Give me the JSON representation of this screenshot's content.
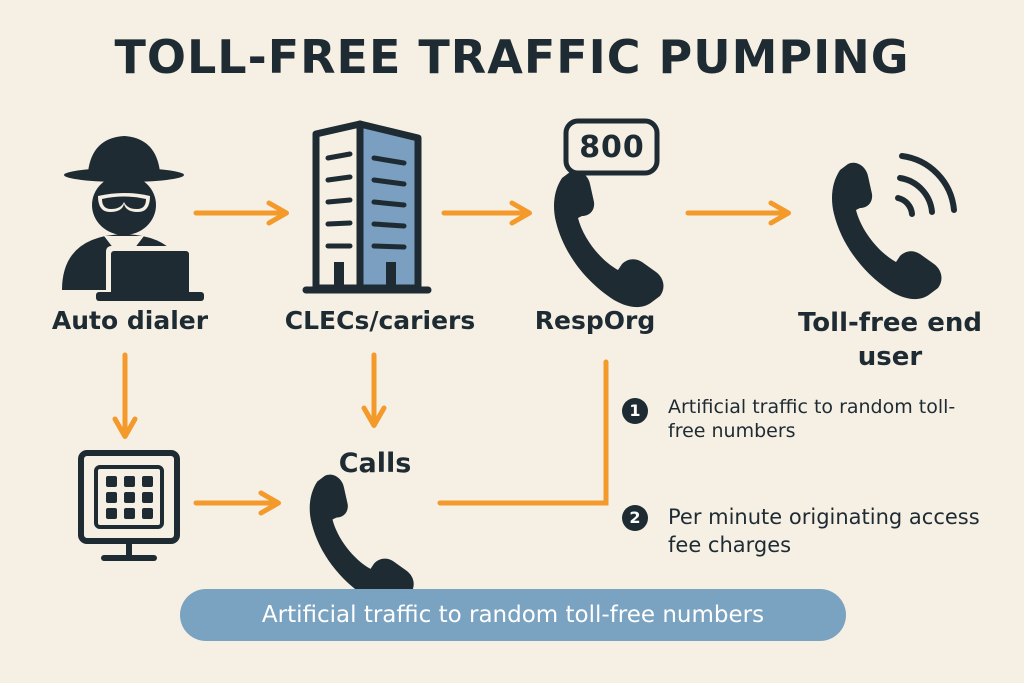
{
  "title": "TOLL-FREE TRAFFIC PUMPING",
  "colors": {
    "background": "#f5efe4",
    "ink": "#1e2b33",
    "arrow": "#f39a2b",
    "building_glass": "#7a9fc0",
    "banner": "#7aa3c1"
  },
  "nodes": {
    "auto_dialer": {
      "label": "Auto dialer",
      "icon": "hacker-with-laptop-icon"
    },
    "clecs": {
      "label": "CLECs/cariers",
      "icon": "office-building-icon"
    },
    "resporg": {
      "label": "RespOrg",
      "icon": "phone-handset-icon",
      "badge": "800"
    },
    "end_user": {
      "label": "Toll-free end user",
      "icon": "ringing-phone-icon"
    },
    "calls": {
      "label": "Calls",
      "icon": "phone-handset-icon"
    },
    "dialer_device": {
      "icon": "keypad-monitor-icon"
    }
  },
  "notes": [
    {
      "number": "1",
      "text": "Artificial traffic to random toll-free numbers"
    },
    {
      "number": "2",
      "text": "Per minute originating access fee charges"
    }
  ],
  "banner": "Artificial traffic to random toll-free numbers"
}
